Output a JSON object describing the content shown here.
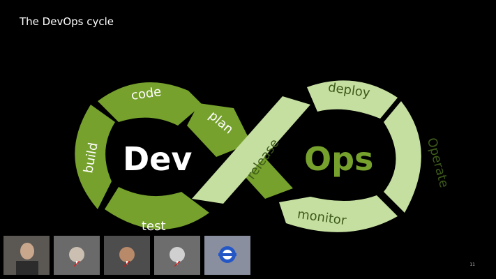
{
  "slide": {
    "title": "The DevOps cycle",
    "page_number": "11"
  },
  "diagram": {
    "left_word": "Dev",
    "right_word": "Ops",
    "segments": {
      "code": "code",
      "build": "build",
      "test": "test",
      "plan": "plan",
      "release": "release",
      "deploy": "deploy",
      "operate": "Operate",
      "monitor": "monitor"
    },
    "colors": {
      "dark_green": "#76a12d",
      "light_green": "#c5dfa0",
      "background": "#000000"
    }
  },
  "participants": [
    {
      "icon": "webcam-video"
    },
    {
      "icon": "avatar-muted"
    },
    {
      "icon": "avatar-muted"
    },
    {
      "icon": "avatar-muted"
    },
    {
      "icon": "app-logo"
    }
  ]
}
